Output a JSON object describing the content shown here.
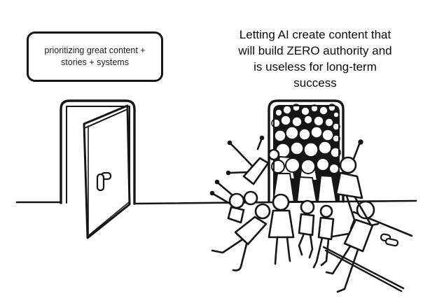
{
  "meme": {
    "style": "black-and-white cartoon line drawing, two doorways meme",
    "colors": {
      "background": "#ffffff",
      "ink": "#161616",
      "text": "#0b0b0b"
    },
    "sign": {
      "lines": [
        "prioritizing great content +",
        "stories + systems"
      ]
    },
    "caption": {
      "lines": [
        "Letting AI create content that",
        "will build ZERO authority and",
        "is useless for long-term",
        "success"
      ]
    },
    "icons": {
      "left_door_handle": "door-lever-handle",
      "fallen_door_handle": "door-lever-handle-lying-flat"
    },
    "scene_elements": [
      "empty open doorway on the left with sign above",
      "doorway on the right crammed full of stick figures",
      "crowd of stick figures shoving through right doorway",
      "door knocked flat on the ground at lower right",
      "horizontal ground line"
    ]
  }
}
